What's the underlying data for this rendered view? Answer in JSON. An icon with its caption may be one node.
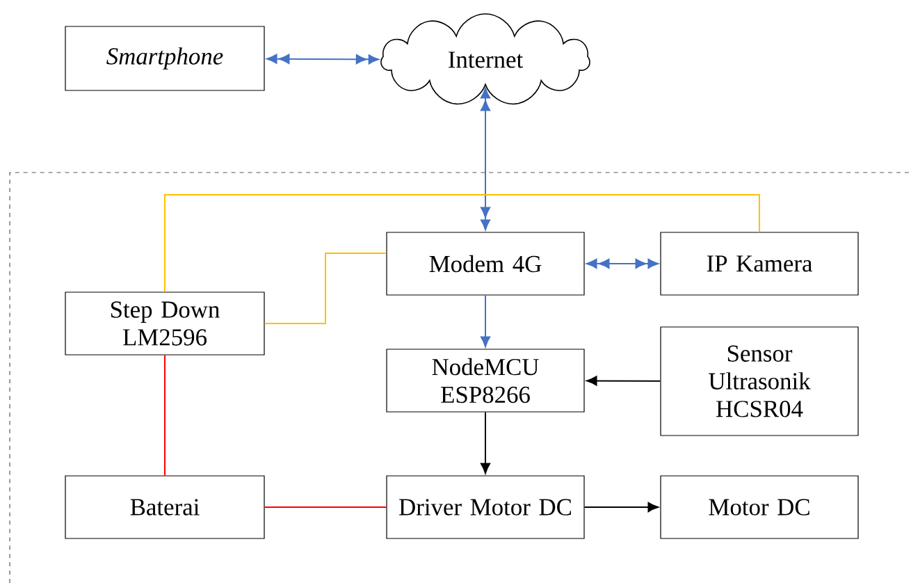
{
  "diagram": {
    "nodes": [
      {
        "text": [
          "Smartphone"
        ]
      },
      {
        "text": [
          "Internet"
        ]
      },
      {
        "text": [
          "Modem 4G"
        ]
      },
      {
        "text": [
          "IP Kamera"
        ]
      },
      {
        "text": [
          "Step Down LM2596"
        ]
      },
      {
        "text": [
          "NodeMCU ESP8266"
        ]
      },
      {
        "text": [
          "Sensor Ultrasonik HCSR04"
        ]
      },
      {
        "text": [
          "Baterai"
        ]
      },
      {
        "text": [
          "Driver Motor DC"
        ]
      },
      {
        "text": [
          "Motor DC"
        ]
      }
    ],
    "edges": [
      {
        "from": 0,
        "to": 1,
        "arrow": "both",
        "color": "#4472c4"
      },
      {
        "from": 1,
        "to": 2,
        "arrow": "both",
        "color": "#4472c4"
      },
      {
        "from": 2,
        "to": 3,
        "arrow": "both",
        "color": "#4472c4"
      },
      {
        "from": 2,
        "to": 5,
        "arrow": "to",
        "color": "#4472c4"
      },
      {
        "from": 6,
        "to": 5,
        "arrow": "to",
        "color": "#000000"
      },
      {
        "from": 5,
        "to": 8,
        "arrow": "to",
        "color": "#000000"
      },
      {
        "from": 8,
        "to": 9,
        "arrow": "to",
        "color": "#000000"
      },
      {
        "from": 4,
        "to": 3,
        "arrow": "none",
        "color": "#ffc000"
      },
      {
        "from": 4,
        "to": 2,
        "arrow": "none",
        "color": "#ffc000"
      },
      {
        "from": 4,
        "to": 7,
        "arrow": "none",
        "color": "#ff0000"
      },
      {
        "from": 7,
        "to": 8,
        "arrow": "none",
        "color": "#ff0000"
      }
    ]
  }
}
